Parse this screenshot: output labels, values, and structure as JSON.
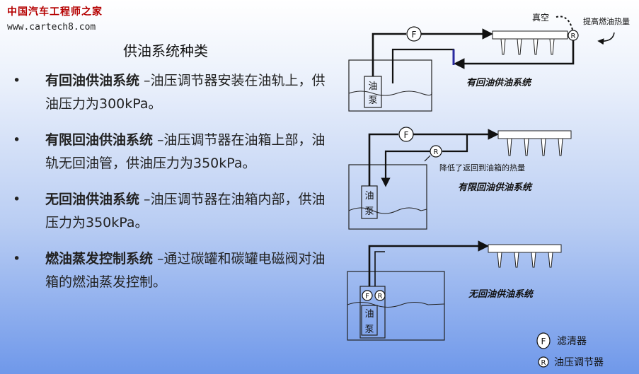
{
  "watermark": {
    "site_name": "中国汽车工程师之家",
    "url": "www.cartech8.com"
  },
  "slide": {
    "title": "供油系统种类",
    "bullets": [
      {
        "marker": "•",
        "lead": "有回油供油系统",
        "text": " –油压调节器安装在油轨上，供油压力为300kPa。"
      },
      {
        "marker": "•",
        "lead": "有限回油供油系统",
        "text": " –油压调节器在油箱上部，油轨无回油管，供油压力为350kPa。"
      },
      {
        "marker": "•",
        "lead": "无回油供油系统",
        "text": " –油压调节器在油箱内部，供油压力为350kPa。"
      },
      {
        "marker": "•",
        "lead": "燃油蒸发控制系统",
        "text": " –通过碳罐和碳罐电磁阀对油箱的燃油蒸发控制。"
      }
    ]
  },
  "diagram": {
    "symbols": {
      "filter": "F",
      "regulator": "R"
    },
    "pump_label": "油泵",
    "system1": {
      "caption": "有回油供油系统",
      "vacuum_label": "真空",
      "heat_note": "提高燃油热量"
    },
    "system2": {
      "caption": "有限回油供油系统",
      "heat_note": "降低了返回到油箱的热量"
    },
    "system3": {
      "caption": "无回油供油系统"
    },
    "legend": {
      "filter_label": "滤清器",
      "regulator_label": "油压调节器"
    }
  }
}
